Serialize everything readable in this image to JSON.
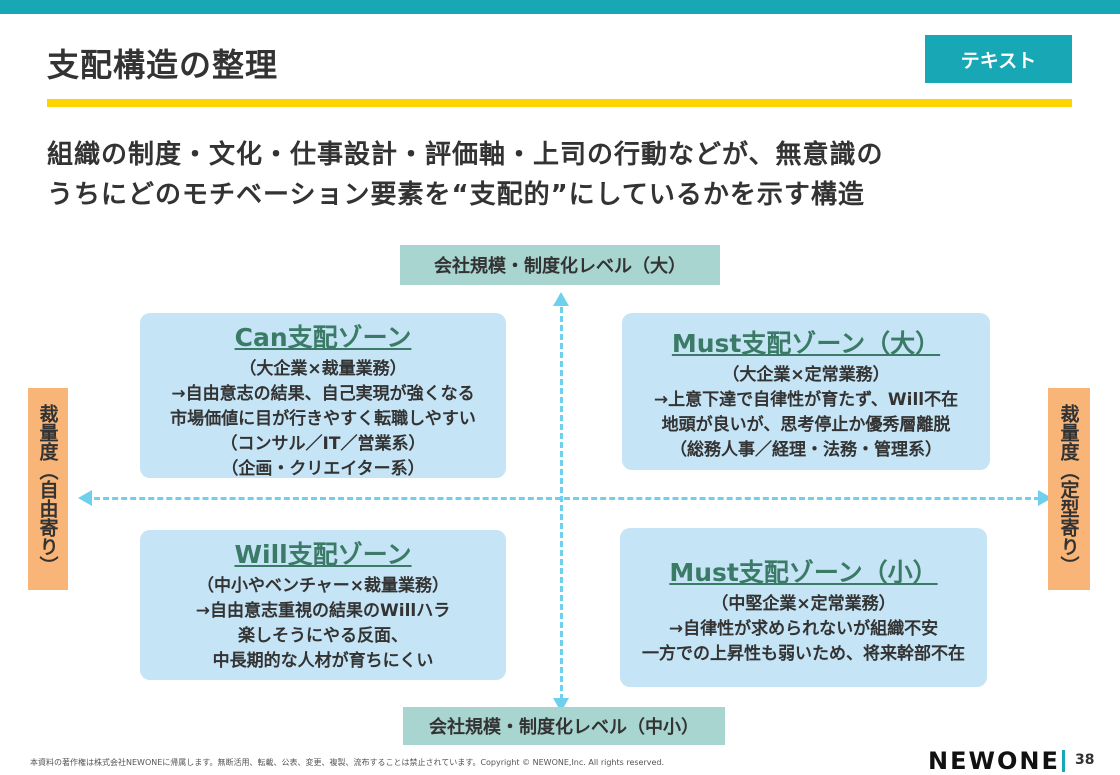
{
  "title": "支配構造の整理",
  "tag": "テキスト",
  "subtitle": [
    "組織の制度・文化・仕事設計・評価軸・上司の行動などが、無意識の",
    "うちにどのモチベーション要素を“支配的”にしているかを示す構造"
  ],
  "axes": {
    "top": "会社規模・制度化レベル（大）",
    "bottom": "会社規模・制度化レベル（中小）",
    "left": "裁量度（自由寄り）",
    "right": "裁量度（定型寄り）"
  },
  "zones": [
    {
      "title": "Can支配ゾーン",
      "lines": [
        "（大企業×裁量業務）",
        "→自由意志の結果、自己実現が強くなる",
        "市場価値に目が行きやすく転職しやすい",
        "（コンサル／IT／営業系）",
        "（企画・クリエイター系）"
      ]
    },
    {
      "title": "Must支配ゾーン（大）",
      "lines": [
        "（大企業×定常業務）",
        "→上意下達で自律性が育たず、Will不在",
        "地頭が良いが、思考停止か優秀層離脱",
        "（総務人事／経理・法務・管理系）"
      ]
    },
    {
      "title": "Will支配ゾーン",
      "lines": [
        "（中小やベンチャー×裁量業務）",
        "→自由意志重視の結果のWillハラ",
        "楽しそうにやる反面、",
        "中長期的な人材が育ちにくい"
      ]
    },
    {
      "title": "Must支配ゾーン（小）",
      "lines": [
        "（中堅企業×定常業務）",
        "→自律性が求められないが組織不安",
        "一方での上昇性も弱いため、将来幹部不在"
      ]
    }
  ],
  "footer": {
    "copyright": "本資料の著作権は株式会社NEWONEに帰属します。無断活用、転載、公表、変更、複製、流布することは禁止されています。Copyright © NEWONE,Inc.  All rights reserved.",
    "logo": "NEWONE",
    "page": "38"
  }
}
